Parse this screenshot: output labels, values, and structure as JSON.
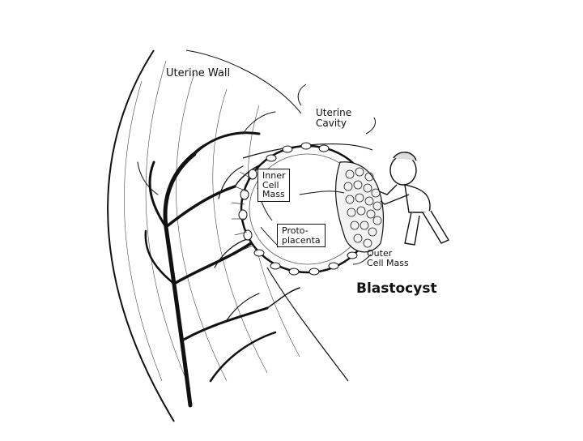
{
  "labels": {
    "uterine_wall": "Uterine Wall",
    "uterine_cavity_line1": "Uterine",
    "uterine_cavity_line2": "Cavity",
    "inner_cell_mass_line1": "Inner",
    "inner_cell_mass_line2": "Cell",
    "inner_cell_mass_line3": "Mass",
    "protoplacenta_line1": "Proto-",
    "protoplacenta_line2": "placenta",
    "outer_cell_mass_line1": "Outer",
    "outer_cell_mass_line2": "Cell Mass",
    "blastocyst": "Blastocyst"
  },
  "colors": {
    "ink": "#111111",
    "paper": "#ffffff"
  }
}
